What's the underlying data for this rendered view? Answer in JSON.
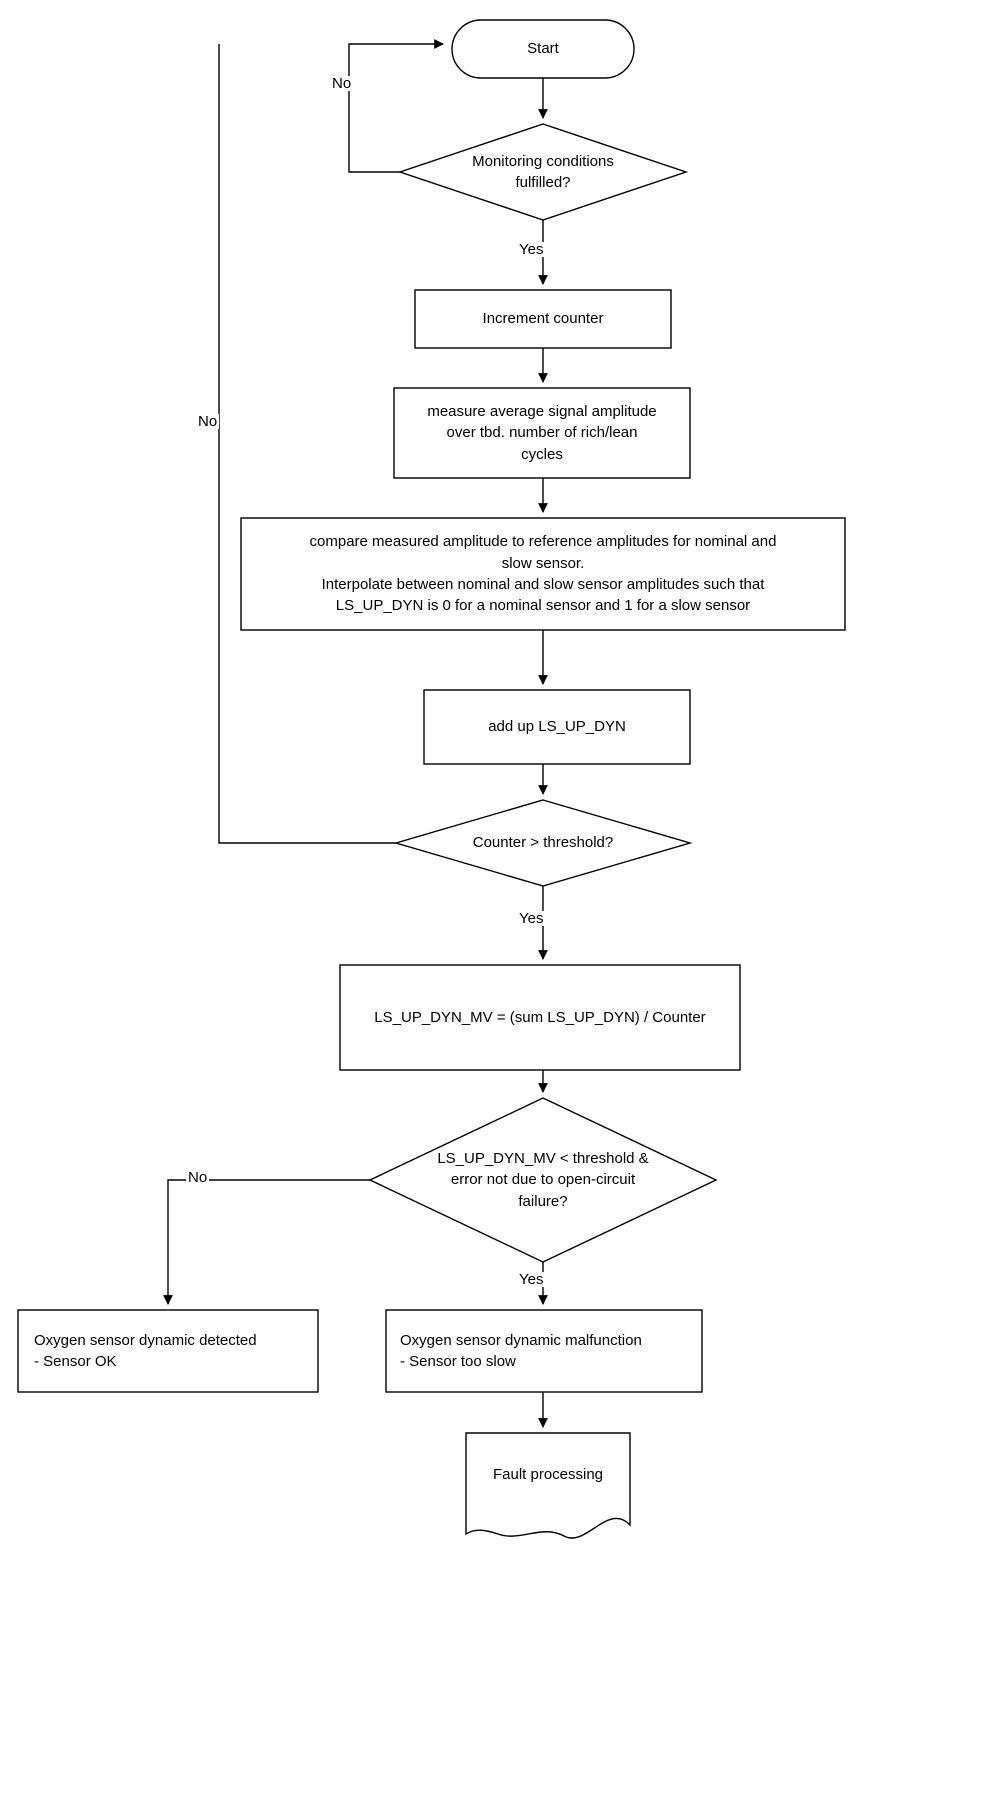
{
  "diagram": {
    "title": "Oxygen sensor dynamic monitoring flowchart",
    "type": "flowchart",
    "stroke_color": "#000000",
    "fill_color": "#ffffff",
    "background": "#ffffff"
  },
  "nodes": {
    "start": {
      "label": "Start",
      "shape": "terminator"
    },
    "monitoring_conditions": {
      "label": "Monitoring  conditions\nfulfilled?",
      "shape": "decision"
    },
    "increment_counter": {
      "label": "Increment counter",
      "shape": "process"
    },
    "measure_amplitude": {
      "label": "measure average signal amplitude\nover tbd. number of rich/lean\ncycles",
      "shape": "process"
    },
    "compare_amplitude": {
      "label": "compare measured amplitude to reference amplitudes for nominal and\nslow sensor.\nInterpolate between nominal and slow sensor amplitudes such that\nLS_UP_DYN is 0 for a nominal sensor and 1 for a slow sensor",
      "shape": "process"
    },
    "add_up": {
      "label": "add up LS_UP_DYN",
      "shape": "process"
    },
    "counter_threshold": {
      "label": "Counter > threshold?",
      "shape": "decision"
    },
    "mean_value": {
      "label": "LS_UP_DYN_MV = (sum LS_UP_DYN) / Counter",
      "shape": "process"
    },
    "mv_threshold": {
      "label": "LS_UP_DYN_MV < threshold &\nerror not due to open-circuit\nfailure?",
      "shape": "decision"
    },
    "sensor_ok": {
      "label": "Oxygen sensor dynamic detected\n- Sensor OK",
      "shape": "process"
    },
    "sensor_malfunction": {
      "label": "Oxygen sensor dynamic malfunction\n- Sensor too slow",
      "shape": "process"
    },
    "fault_processing": {
      "label": "Fault processing",
      "shape": "document"
    }
  },
  "edge_labels": {
    "monitoring_no": "No",
    "monitoring_yes": "Yes",
    "counter_no": "No",
    "counter_yes": "Yes",
    "mv_no": "No",
    "mv_yes": "Yes"
  }
}
